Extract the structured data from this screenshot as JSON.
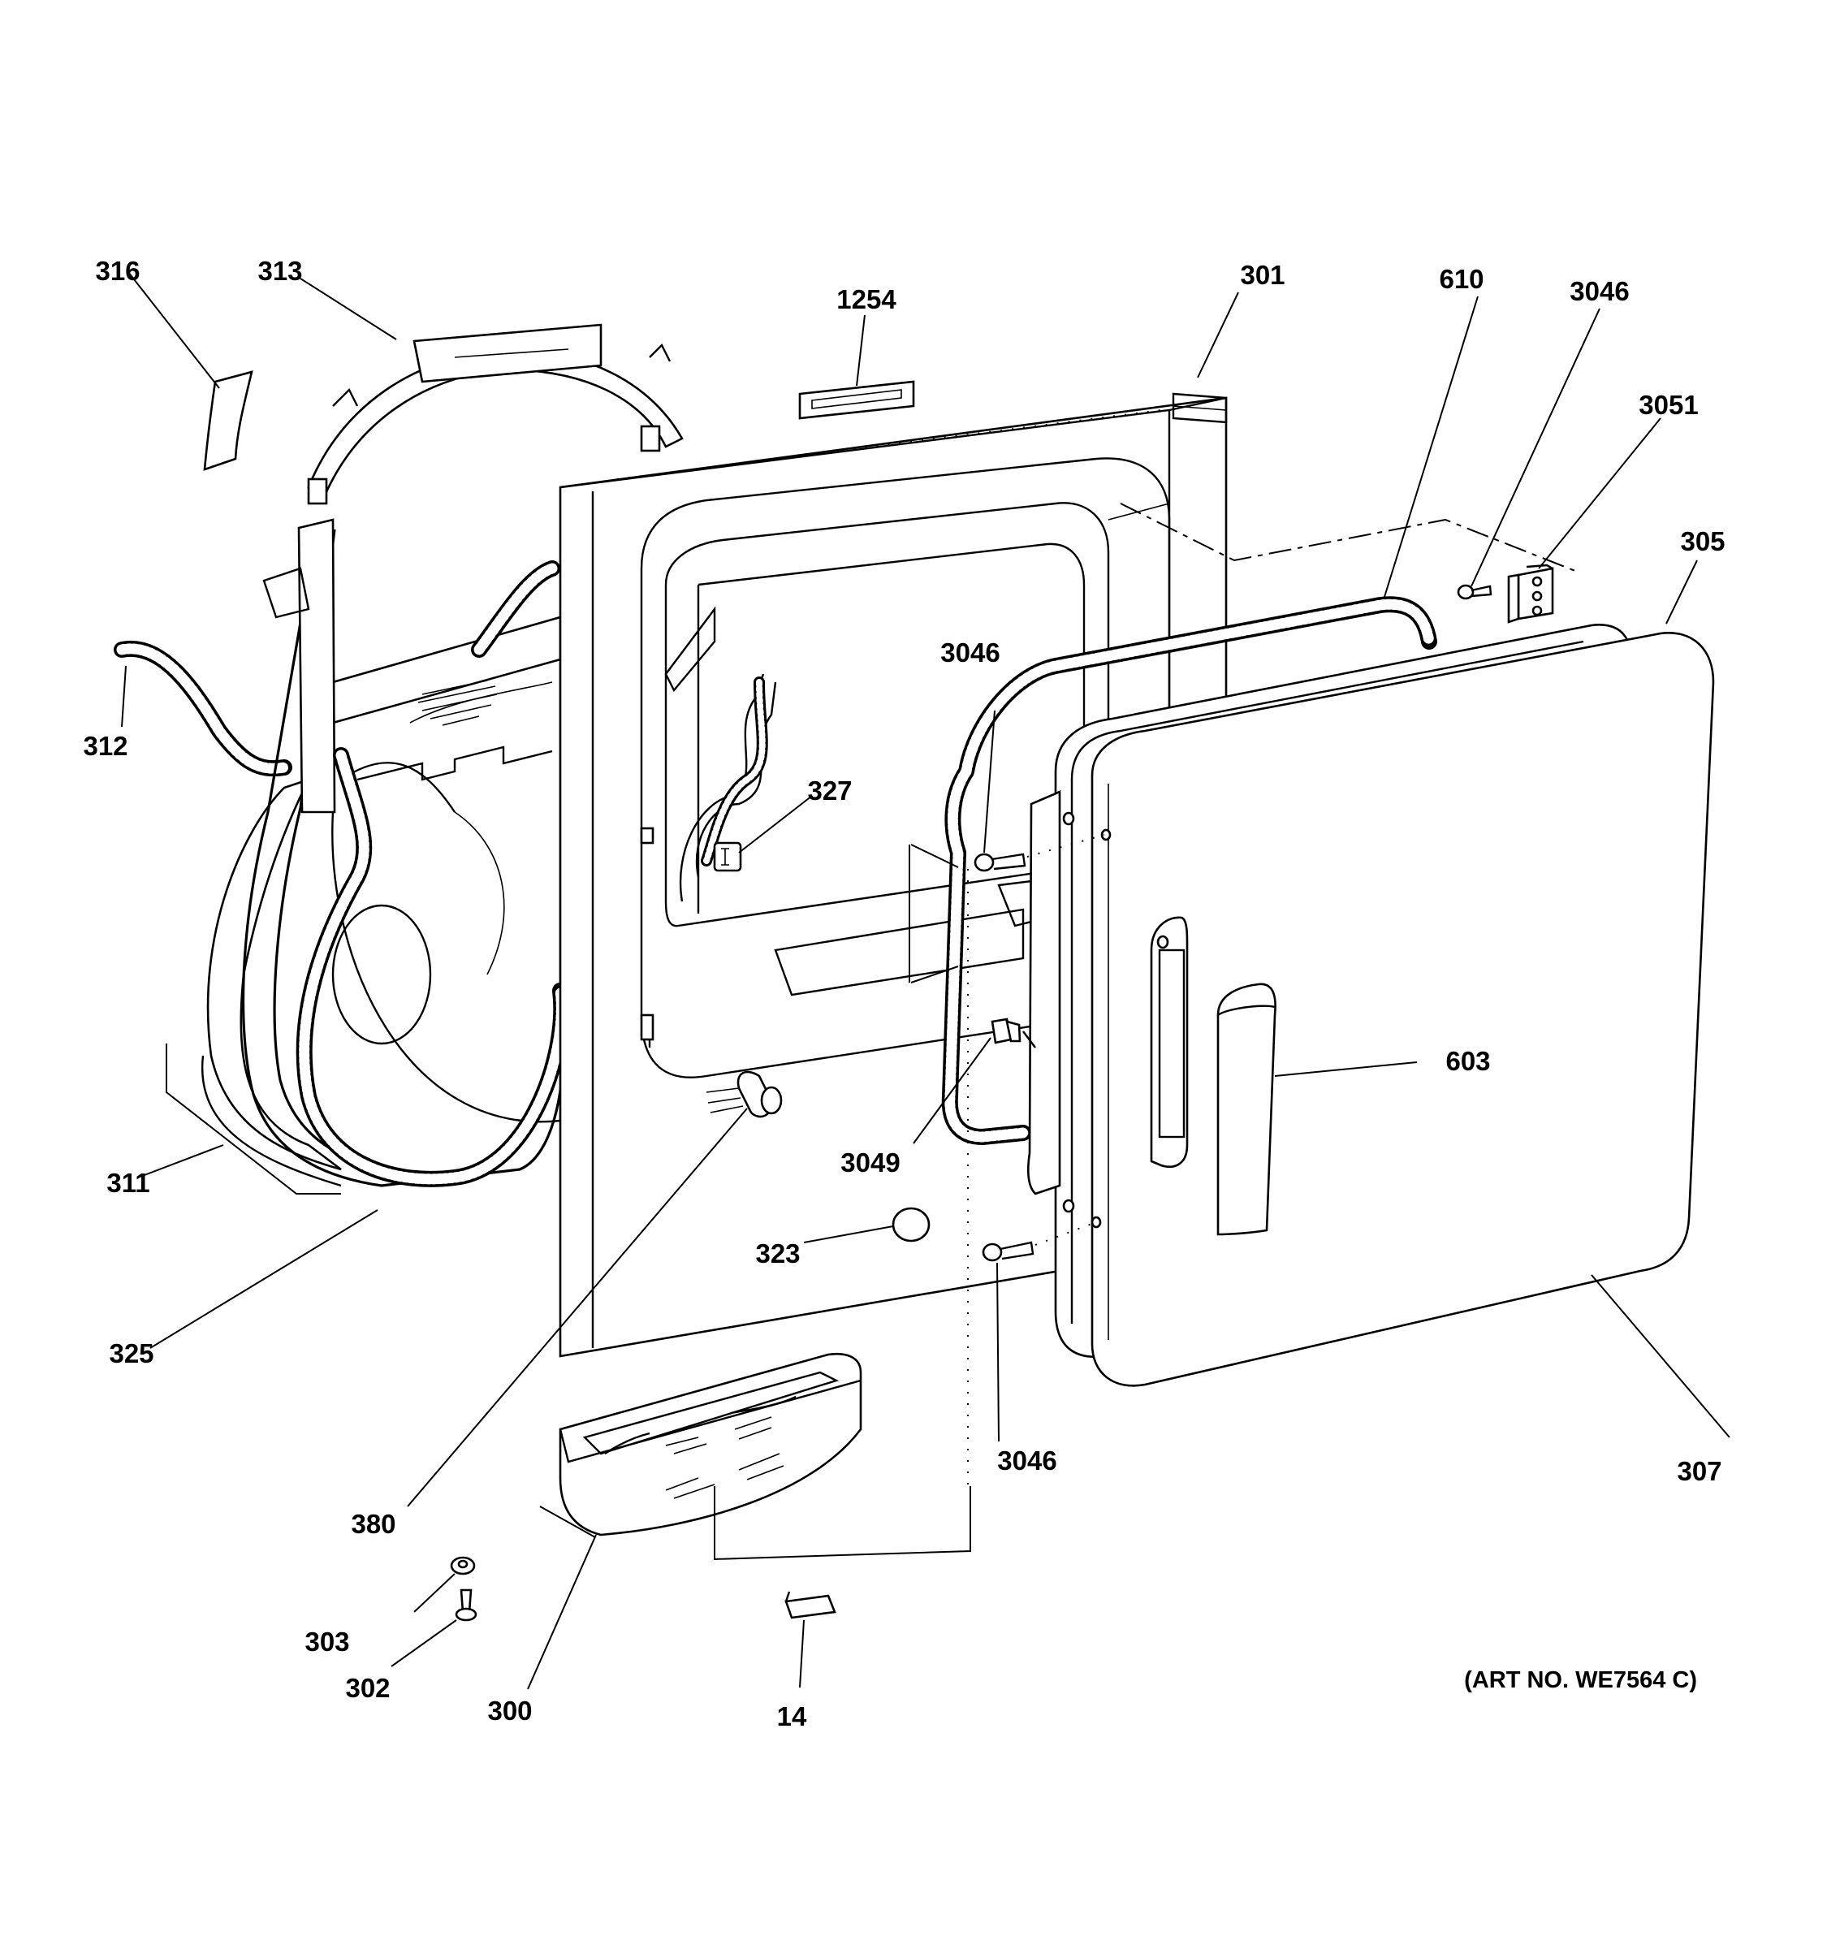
{
  "diagram": {
    "art_number": "(ART NO. WE7564 C)",
    "part_numbers": {
      "p316": "316",
      "p313": "313",
      "p1254": "1254",
      "p301": "301",
      "p610": "610",
      "p3046_top": "3046",
      "p3051": "3051",
      "p305": "305",
      "p312": "312",
      "p3046_mid": "3046",
      "p327": "327",
      "p603": "603",
      "p3049": "3049",
      "p311": "311",
      "p323": "323",
      "p325": "325",
      "p3046_bottom": "3046",
      "p307": "307",
      "p380": "380",
      "p303": "303",
      "p302": "302",
      "p300": "300",
      "p14": "14"
    }
  }
}
